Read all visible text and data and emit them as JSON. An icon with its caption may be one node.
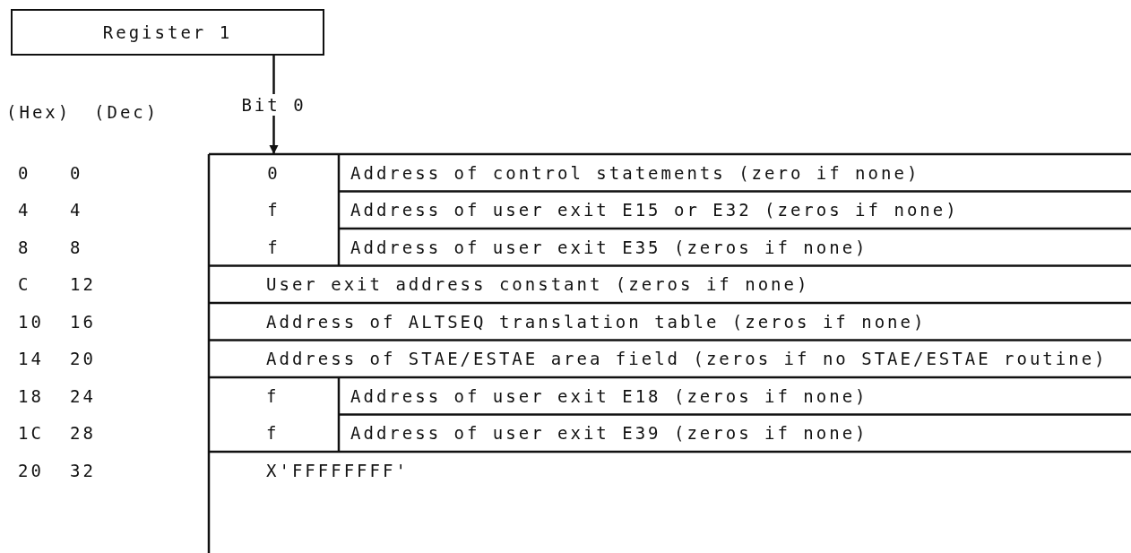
{
  "diagram": {
    "nodes": [
      {
        "text": [
          "Register 1"
        ]
      },
      {
        "text": [
          "0"
        ]
      },
      {
        "text": [
          "Address of control statements (zero if none)"
        ]
      },
      {
        "text": [
          "f"
        ]
      },
      {
        "text": [
          "Address of user exit E15 or E32 (zeros if none)"
        ]
      },
      {
        "text": [
          "f"
        ]
      },
      {
        "text": [
          "Address of user exit E35 (zeros if none)"
        ]
      },
      {
        "text": [
          "User exit address constant (zeros if none)"
        ]
      },
      {
        "text": [
          "Address of ALTSEQ translation table (zeros if none)"
        ]
      },
      {
        "text": [
          "Address of STAE/ESTAE area field (zeros if no STAE/ESTAE routine)"
        ]
      },
      {
        "text": [
          "f"
        ]
      },
      {
        "text": [
          "Address of user exit E18 (zeros if none)"
        ]
      },
      {
        "text": [
          "f"
        ]
      },
      {
        "text": [
          "Address of user exit E39 (zeros if none)"
        ]
      },
      {
        "text": [
          "X'FFFFFFFF'"
        ]
      }
    ],
    "edges": [
      {
        "from": 0,
        "to": 1,
        "arrow": "to",
        "label": "Bit 0"
      }
    ],
    "labels": [
      "(Hex)",
      "(Dec)",
      "0",
      "0",
      "4",
      "4",
      "8",
      "8",
      "C",
      "12",
      "10",
      "16",
      "14",
      "20",
      "18",
      "24",
      "1C",
      "28",
      "20",
      "32"
    ]
  }
}
